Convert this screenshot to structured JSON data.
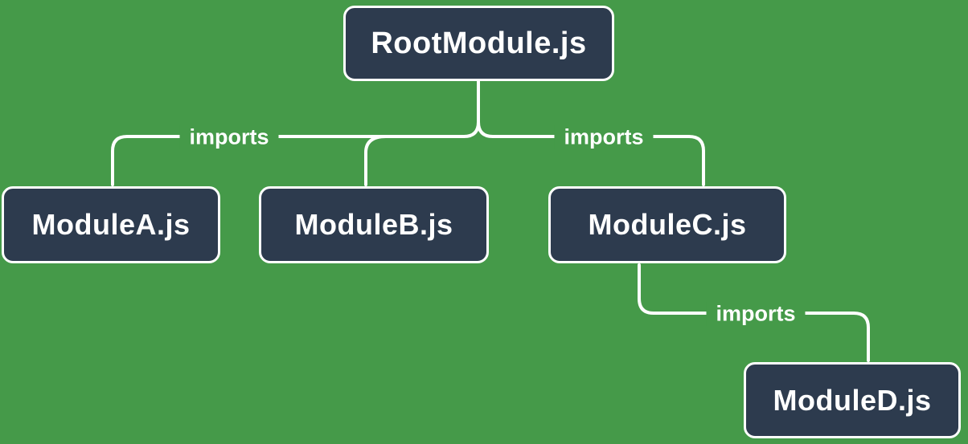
{
  "diagram": {
    "type": "module-dependency-tree",
    "nodes": {
      "root": {
        "label": "RootModule.js"
      },
      "a": {
        "label": "ModuleA.js"
      },
      "b": {
        "label": "ModuleB.js"
      },
      "c": {
        "label": "ModuleC.js"
      },
      "d": {
        "label": "ModuleD.js"
      }
    },
    "edges": [
      {
        "from": "RootModule.js",
        "to": "ModuleA.js",
        "label": "imports"
      },
      {
        "from": "RootModule.js",
        "to": "ModuleB.js",
        "label": ""
      },
      {
        "from": "RootModule.js",
        "to": "ModuleC.js",
        "label": "imports"
      },
      {
        "from": "ModuleC.js",
        "to": "ModuleD.js",
        "label": "imports"
      }
    ],
    "colors": {
      "background": "#459a49",
      "node_fill": "#2d3b4e",
      "node_border": "#ffffff",
      "node_text": "#ffffff",
      "edge": "#ffffff",
      "edge_label_text": "#ffffff"
    }
  }
}
